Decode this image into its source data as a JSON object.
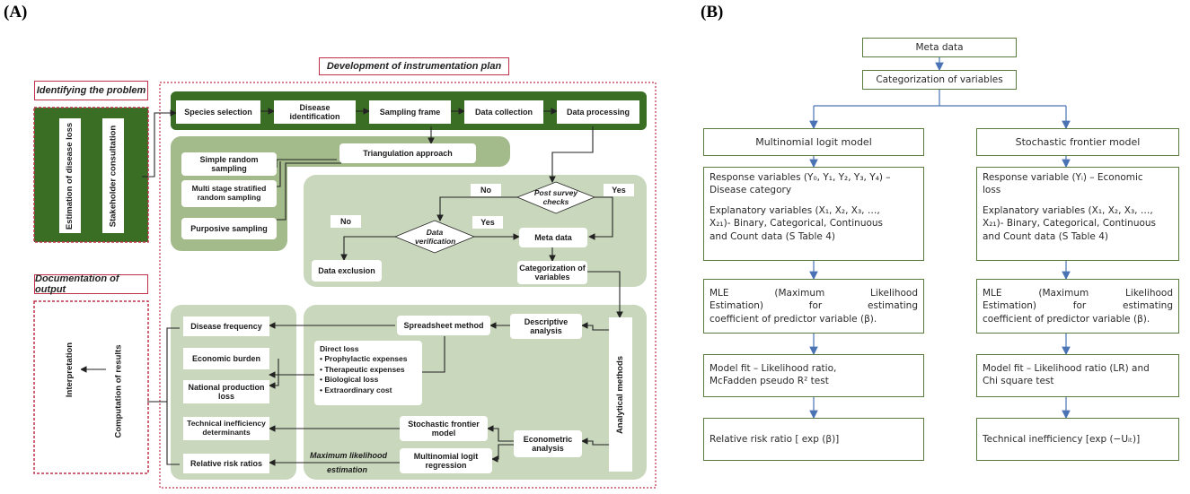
{
  "panel_a": {
    "label": "(A)",
    "dev_title": "Development of instrumentation plan",
    "identify_title": "Identifying the problem",
    "identify_items": [
      "Estimation of disease loss",
      "Stakeholder consultation"
    ],
    "doc_title": "Documentation of output",
    "doc_items": [
      "Interpretation",
      "Computation of results"
    ],
    "steps": [
      "Species selection",
      "Disease identification",
      "Sampling frame",
      "Data collection",
      "Data processing"
    ],
    "sampling": [
      "Simple random sampling",
      "Multi stage stratified random sampling",
      "Purposive sampling"
    ],
    "triangulation": "Triangulation approach",
    "post_survey": "Post survey checks",
    "data_verification": "Data verification",
    "yes": "Yes",
    "no": "No",
    "meta_data": "Meta data",
    "data_exclusion": "Data exclusion",
    "categorization": "Categorization of variables",
    "analytical_methods": "Analytical methods",
    "descriptive": "Descriptive analysis",
    "econometric": "Econometric analysis",
    "spreadsheet": "Spreadsheet method",
    "stochastic": "Stochastic frontier model",
    "multinomial": "Multinomial logit regression",
    "mle_label": "Maximum likelihood",
    "estimation_label": "estimation",
    "direct_loss_title": "Direct loss",
    "direct_loss_items": [
      "• Prophylactic expenses",
      "• Therapeutic expenses",
      "• Biological loss",
      "• Extraordinary cost"
    ],
    "outputs": [
      "Disease frequency",
      "Economic burden",
      "National production loss",
      "Technical inefficiency determinants",
      "Relative risk ratios"
    ]
  },
  "panel_b": {
    "label": "(B)",
    "meta_data": "Meta data",
    "categorization": "Categorization of variables",
    "left": {
      "title": "Multinomial logit model",
      "response_line1": "Response variables (Y₀, Y₁, Y₂, Y₃, Y₄) –",
      "response_line2": "Disease category",
      "explanatory_line1": "Explanatory variables (X₁, X₂, X₃, …,",
      "explanatory_line2": "X₂₁)- Binary, Categorical, Continuous",
      "explanatory_line3": "and Count data (S Table 4)",
      "mle_line1": "MLE (Maximum Likelihood",
      "mle_line2": "Estimation) for estimating",
      "mle_line3": "coefficient of predictor variable (β).",
      "fit_line1": "Model fit – Likelihood ratio,",
      "fit_line2": "McFadden pseudo R² test",
      "final": "Relative risk ratio [ exp (β)]"
    },
    "right": {
      "title": "Stochastic frontier model",
      "response_line1": "Response variable (Yᵢ) – Economic",
      "response_line2": "loss",
      "explanatory_line1": "Explanatory variables (X₁, X₂, X₃, …,",
      "explanatory_line2": "X₂₁)- Binary, Categorical, Continuous",
      "explanatory_line3": "and Count data (S Table 4)",
      "mle_line1": "MLE (Maximum Likelihood",
      "mle_line2": "Estimation) for estimating",
      "mle_line3": "coefficient of predictor variable (β).",
      "fit_line1": "Model fit – Likelihood ratio (LR) and",
      "fit_line2": "Chi square test",
      "final": "Technical inefficiency [exp (−Uᵢₜ)]"
    }
  },
  "colors": {
    "dark_green": "#3b6e25",
    "mid_green": "#a3ba8b",
    "light_green": "#c9d8bd",
    "pale_green": "#dfe8d6",
    "red_border": "#c0304a",
    "blue_arrow": "#4a73b5",
    "b_border": "#5a7a3e"
  }
}
